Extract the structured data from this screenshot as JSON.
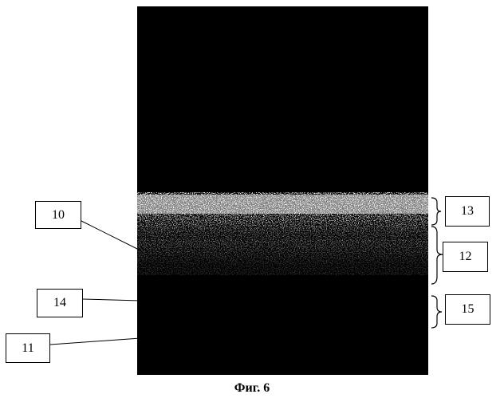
{
  "figure": {
    "caption": "Фиг. 6",
    "callouts": {
      "c10": "10",
      "c11": "11",
      "c12": "12",
      "c13": "13",
      "c14": "14",
      "c15": "15"
    }
  }
}
